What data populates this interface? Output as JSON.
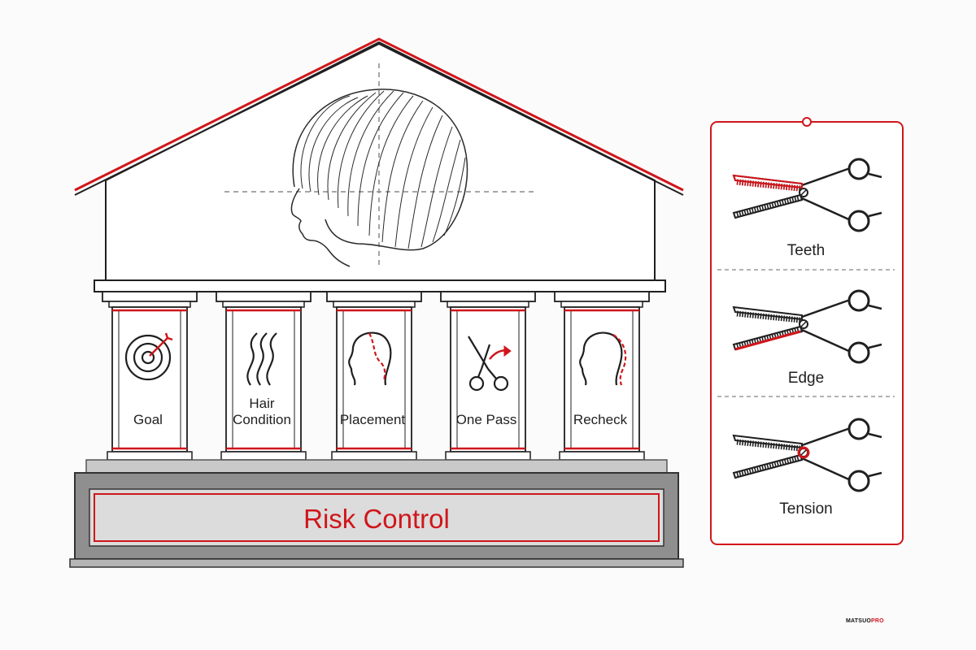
{
  "colors": {
    "accent": "#d0161b",
    "ink": "#1f1f1f",
    "stone": "#c9c9c9",
    "stone_dark": "#8a8a8a",
    "panel": "#ffffff"
  },
  "temple": {
    "pillars": [
      {
        "icon": "target-icon",
        "label_lines": [
          "Goal"
        ]
      },
      {
        "icon": "hair-strands-icon",
        "label_lines": [
          "Hair",
          "Condition"
        ]
      },
      {
        "icon": "head-placement-icon",
        "label_lines": [
          "Placement"
        ]
      },
      {
        "icon": "scissors-icon",
        "label_lines": [
          "One Pass"
        ]
      },
      {
        "icon": "head-recheck-icon",
        "label_lines": [
          "Recheck"
        ]
      }
    ],
    "foundation_label": "Risk Control",
    "pediment_icon": "bob-haircut-head-icon"
  },
  "shears_panel": {
    "items": [
      {
        "icon": "thinning-shears-teeth-icon",
        "label": "Teeth"
      },
      {
        "icon": "thinning-shears-edge-icon",
        "label": "Edge"
      },
      {
        "icon": "thinning-shears-tension-icon",
        "label": "Tension"
      }
    ]
  },
  "brand": {
    "name": "MATSUO",
    "suffix": "PRO"
  }
}
